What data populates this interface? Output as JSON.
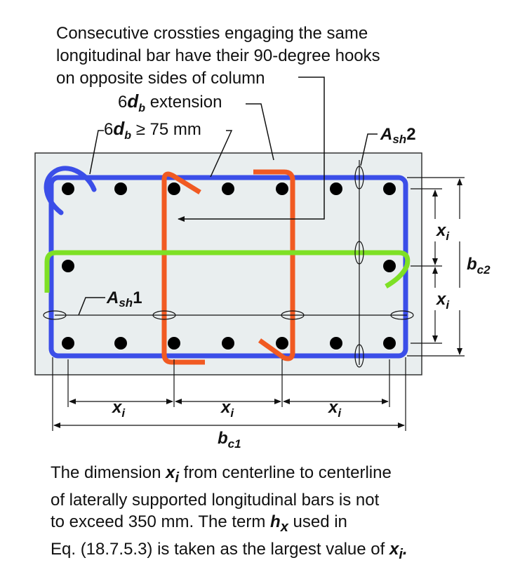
{
  "notes": {
    "crossties_line1": "Consecutive crossties engaging the same",
    "crossties_line2": "longitudinal bar have their 90-degree hooks",
    "crossties_line3": "on opposite sides of column",
    "ext_6db_prefix": "6",
    "ext_6db_sym": "d",
    "ext_6db_sub": "b",
    "ext_6db_rest": " extension",
    "hook_6db_prefix": "6",
    "hook_6db_sym": "d",
    "hook_6db_sub": "b",
    "hook_6db_rest": " ≥ 75 mm"
  },
  "labels": {
    "ash2_sym": "A",
    "ash2_sub": "sh",
    "ash2_num": "2",
    "ash1_sym": "A",
    "ash1_sub": "sh",
    "ash1_num": "1",
    "xi_sym": "x",
    "xi_sub": "i",
    "bc1_sym": "b",
    "bc1_sub": "c1",
    "bc2_sym": "b",
    "bc2_sub": "c2"
  },
  "caption": {
    "l1_a": "The dimension ",
    "l1_sym": "x",
    "l1_sub": "i",
    "l1_b": " from centerline to centerline",
    "l2": "of laterally supported longitudinal bars is not",
    "l3_a": "to exceed 350 mm. The term ",
    "l3_sym": "h",
    "l3_sub": "x",
    "l3_b": " used in",
    "l4_a": "Eq. (18.7.5.3) is taken as the largest value of ",
    "l4_sym": "x",
    "l4_sub": "i",
    "l4_b": "."
  },
  "colors": {
    "hoop": "#3b4ee8",
    "crosstie_vertical": "#f15a22",
    "crosstie_horizontal": "#7ee025",
    "concrete": "#e9eeef",
    "bar": "#000000"
  }
}
